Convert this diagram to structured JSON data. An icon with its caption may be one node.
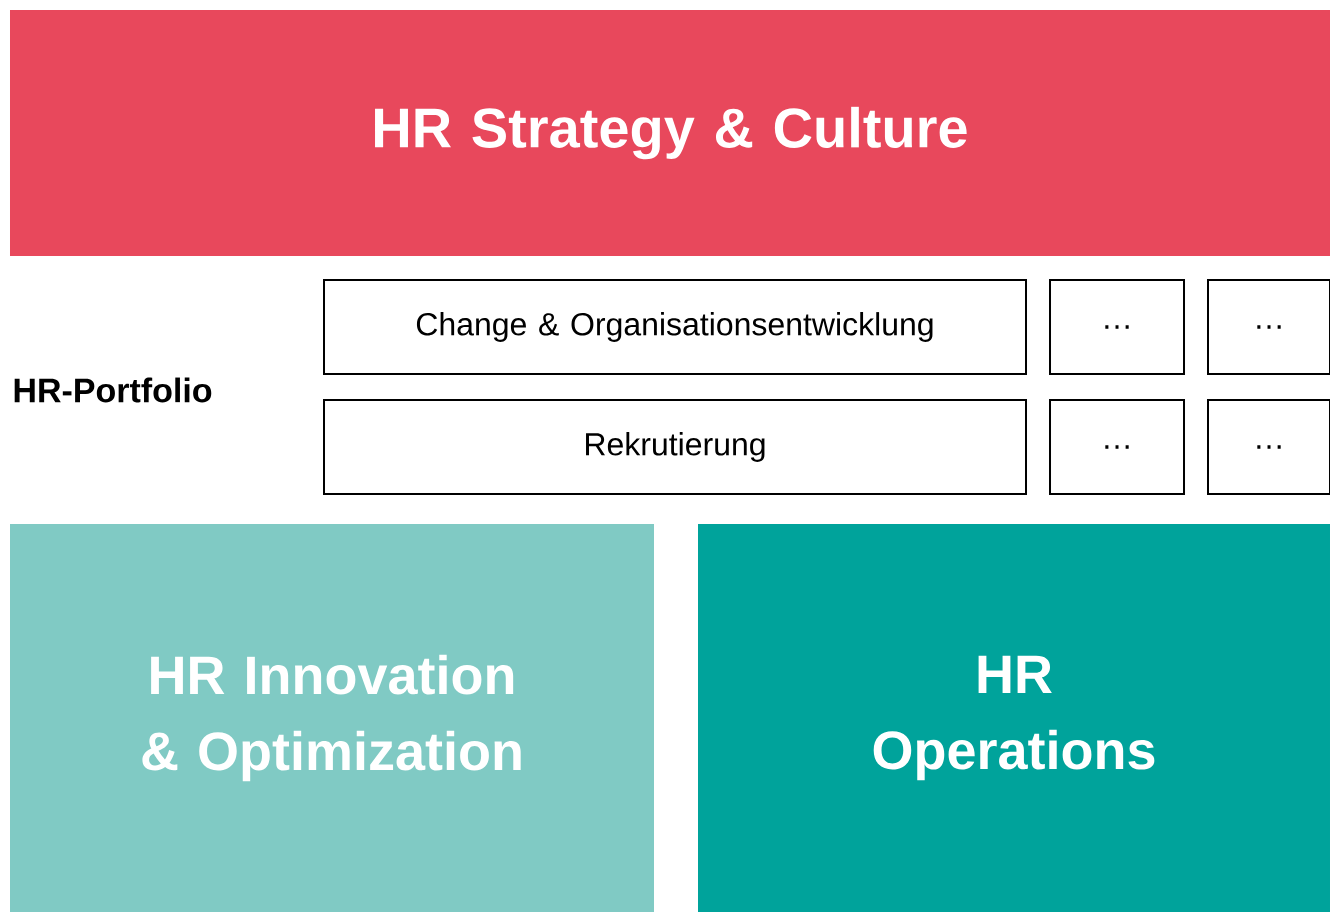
{
  "diagram": {
    "nodes": [
      {
        "text": [
          "HR Strategy & Culture"
        ]
      },
      {
        "text": [
          "Change & Organisationsentwicklung"
        ]
      },
      {
        "text": [
          "…"
        ]
      },
      {
        "text": [
          "…"
        ]
      },
      {
        "text": [
          "Rekrutierung"
        ]
      },
      {
        "text": [
          "…"
        ]
      },
      {
        "text": [
          "…"
        ]
      },
      {
        "text": [
          "HR Innovation & Optimization"
        ]
      },
      {
        "text": [
          "HR Operations"
        ]
      }
    ],
    "labels": [
      "HR-Portfolio"
    ]
  }
}
